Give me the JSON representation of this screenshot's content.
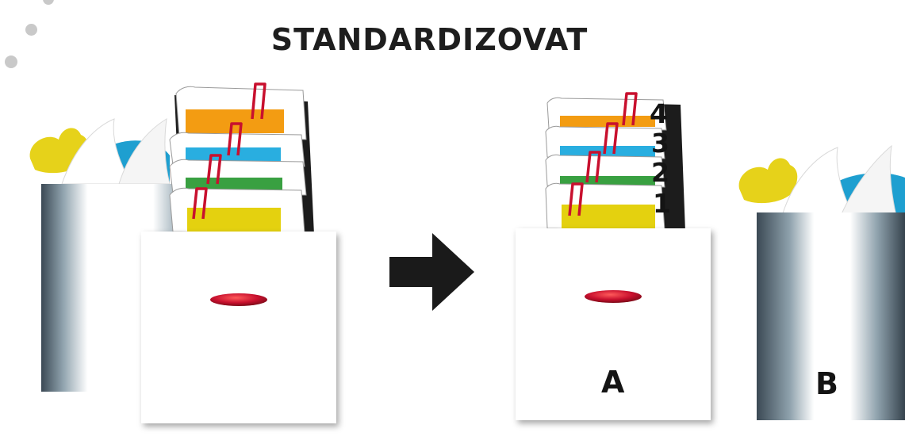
{
  "title": "STANDARDIZOVAT",
  "colors": {
    "orange": "#f39c12",
    "blue": "#29aee0",
    "green": "#39a041",
    "yellow": "#e4d10f",
    "clip": "#c8102e",
    "arrow": "#1a1a1a",
    "bin_dark": "#3a4a55",
    "tissue_yellow": "#e6d21a",
    "tissue_blue": "#1e9fd0"
  },
  "icons": [
    "paper-clip-icon",
    "right-arrow-icon",
    "drawer-handle-icon",
    "waste-bin-icon"
  ],
  "folder_numbers": [
    "4",
    "3",
    "2",
    "1"
  ],
  "box_a_label": "A",
  "box_b_label": "B"
}
